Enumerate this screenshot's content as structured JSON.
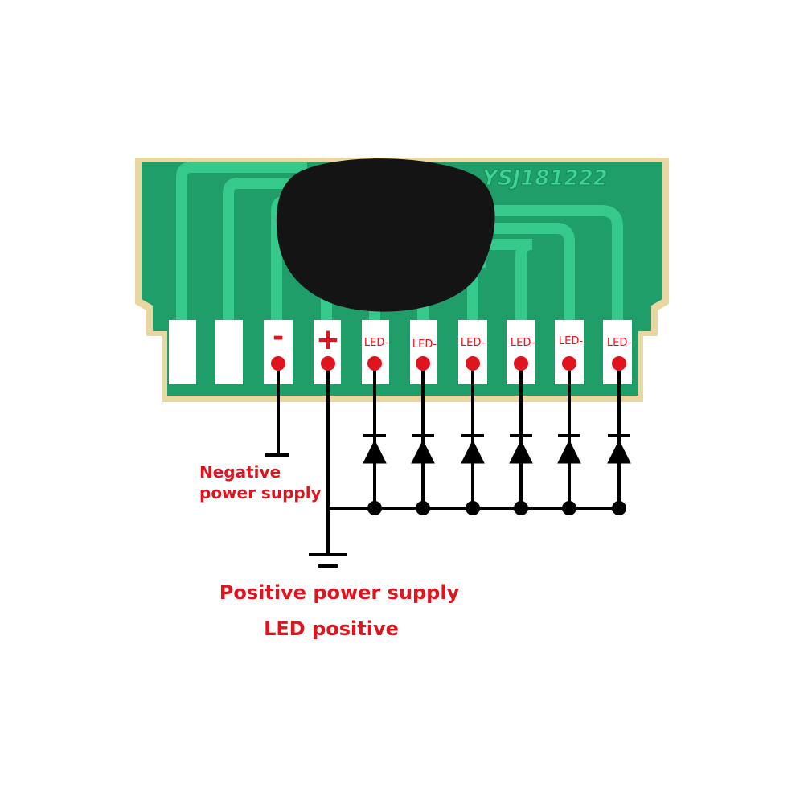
{
  "board": {
    "part_number": "YSJ181222"
  },
  "pins": {
    "minus_symbol": "-",
    "plus_symbol": "+",
    "led_labels": [
      "LED-",
      "LED-",
      "LED-",
      "LED-",
      "LED-",
      "LED-"
    ]
  },
  "labels": {
    "negative_line1": "Negative",
    "negative_line2": "power supply",
    "positive_supply": "Positive power supply",
    "led_positive": "LED positive"
  },
  "colors": {
    "pcb_green": "#1f9e6a",
    "trace_green": "#2bbf82",
    "pcb_edge": "#e8d7a0",
    "pad_white": "#ffffff",
    "blob_black": "#111111",
    "annotation_red": "#e0141e",
    "wire_black": "#000000"
  },
  "icons": {
    "ground": "ground-symbol-icon",
    "diode": "diode-symbol-icon",
    "junction": "junction-dot-icon"
  }
}
